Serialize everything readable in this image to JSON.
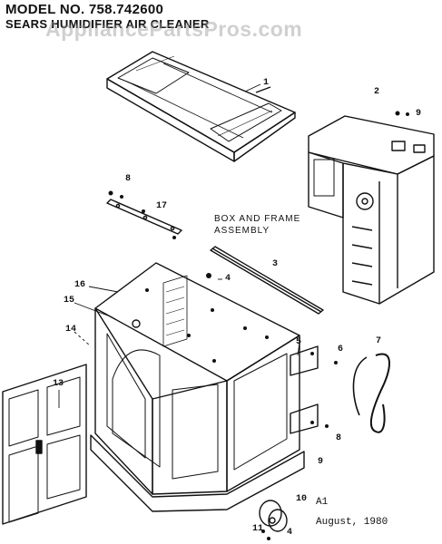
{
  "header": {
    "model_line": "MODEL NO. 758.742600",
    "title_line": "SEARS HUMIDIFIER AIR CLEANER"
  },
  "watermark": "AppliancePartsPros.com",
  "assembly_label_line1": "BOX AND FRAME",
  "assembly_label_line2": "ASSEMBLY",
  "callouts": [
    "1",
    "2",
    "9",
    "8",
    "17",
    "3",
    "4",
    "16",
    "15",
    "14",
    "5",
    "6",
    "7",
    "13",
    "8",
    "9",
    "10",
    "11",
    "4"
  ],
  "footer": {
    "code": "A1",
    "date": "August, 1980"
  }
}
